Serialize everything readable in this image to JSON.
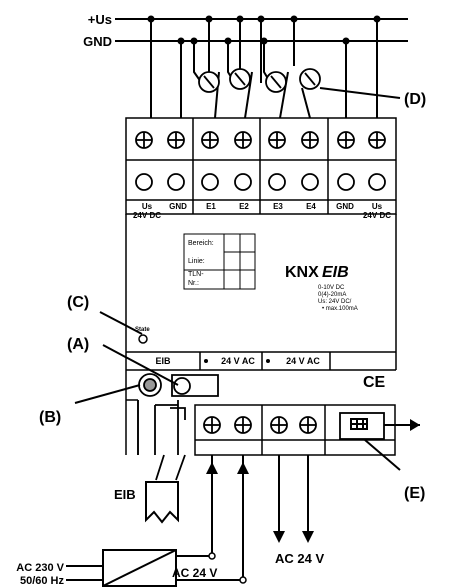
{
  "bus": {
    "us": "+Us",
    "gnd": "GND"
  },
  "callouts": {
    "a": "(A)",
    "b": "(B)",
    "c": "(C)",
    "d": "(D)",
    "e": "(E)"
  },
  "terminal_labels": {
    "us_left": "Us",
    "gnd_left": "GND",
    "e1": "E1",
    "e2": "E2",
    "e3": "E3",
    "e4": "E4",
    "gnd_right": "GND",
    "us_right": "Us"
  },
  "supply_labels": {
    "left": "24V DC",
    "right": "24V DC"
  },
  "label_field": {
    "bereich": "Bereich:",
    "linie": "Linie:",
    "tln_1": "TLN-",
    "tln_2": "Nr.:"
  },
  "brand": {
    "knx": "KNX",
    "eib": "EIB"
  },
  "specs": {
    "line1": "0-10V DC",
    "line2": "0(4)-20mA",
    "line3": "Us: 24V DC/",
    "line4": "• max.100mA"
  },
  "state_label": "State",
  "bottom_strip": {
    "eib": "EIB",
    "ac1": "24 V AC",
    "ac2": "24 V AC"
  },
  "ce_mark": "CE",
  "wiring": {
    "eib": "EIB",
    "ac24_right": "AC 24 V",
    "ac230": "AC 230 V",
    "hz": "50/60 Hz",
    "ac24_transformer": "AC 24 V"
  }
}
